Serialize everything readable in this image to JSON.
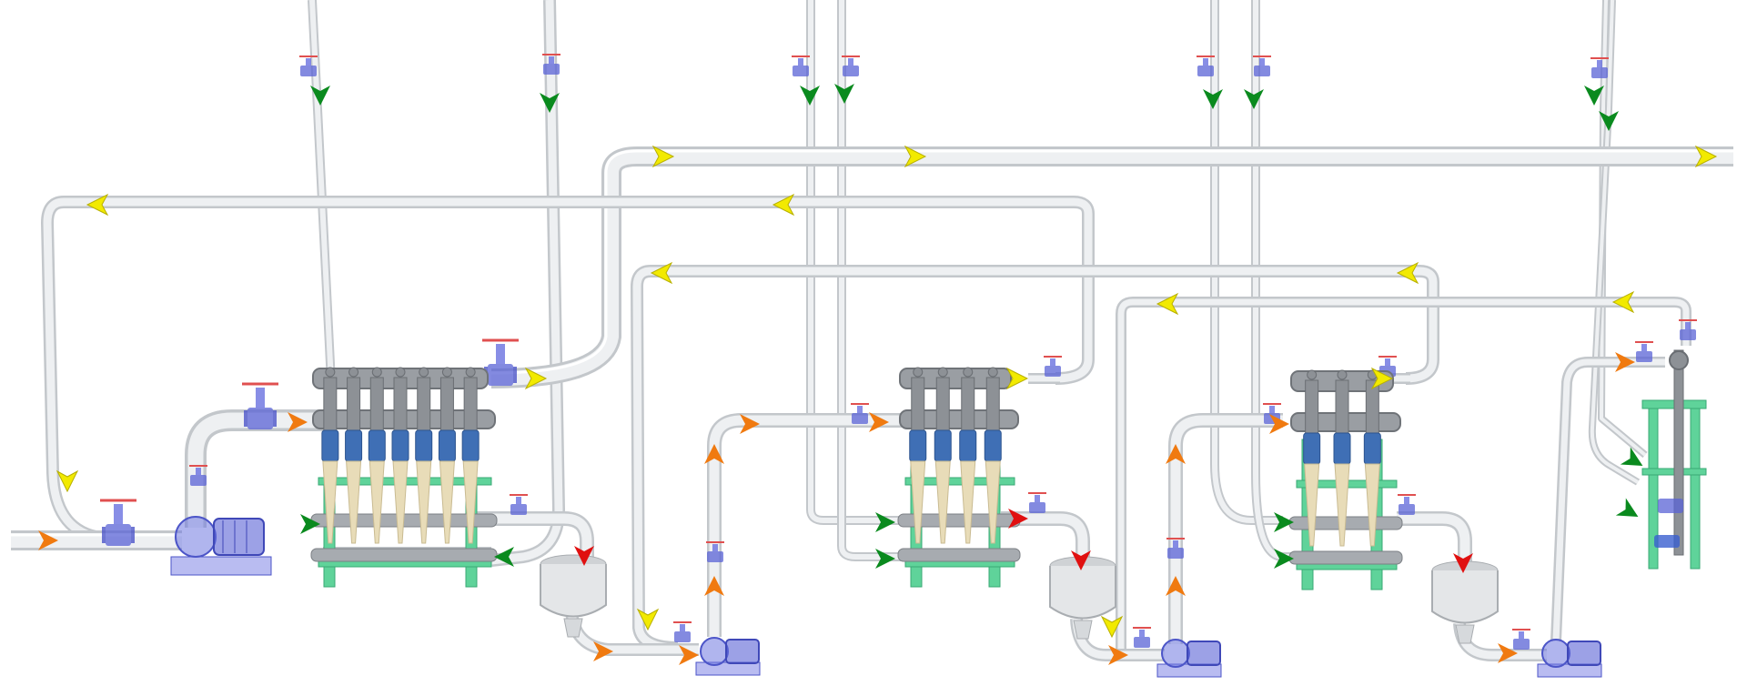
{
  "colors": {
    "background": "#ffffff",
    "pipe": "#d4d7da",
    "frame": "#5fd39a",
    "manifold": "#9a9ea3",
    "cyclone_cap": "#3f6fb5",
    "cyclone_cone": "#e8dcb8",
    "valve": "#5a63d6",
    "valve_handwheel": "#e05050",
    "pump": "#5a63d6",
    "tank": "#d9d9d9",
    "arrow_green": "#0a8a1e",
    "arrow_yellow": "#f2ea00",
    "arrow_orange": "#f07a10",
    "arrow_red": "#e01010"
  },
  "equipment": [
    {
      "name": "feed-pump-stage-1",
      "type": "centrifugal-pump"
    },
    {
      "name": "hydrocyclone-bank-stage-1",
      "type": "hydrocyclone-bank",
      "cyclones": 7
    },
    {
      "name": "sump-tank-1",
      "type": "tank"
    },
    {
      "name": "feed-pump-stage-2",
      "type": "centrifugal-pump"
    },
    {
      "name": "hydrocyclone-bank-stage-2",
      "type": "hydrocyclone-bank",
      "cyclones": 4
    },
    {
      "name": "sump-tank-2",
      "type": "tank"
    },
    {
      "name": "feed-pump-stage-3",
      "type": "centrifugal-pump"
    },
    {
      "name": "hydrocyclone-bank-stage-3",
      "type": "hydrocyclone-bank",
      "cyclones": 3
    },
    {
      "name": "sump-tank-3",
      "type": "tank"
    },
    {
      "name": "feed-pump-stage-4",
      "type": "centrifugal-pump"
    },
    {
      "name": "vertical-screen-unit",
      "type": "vertical-unit"
    }
  ],
  "flow_arrow_colors": [
    "green",
    "yellow",
    "orange",
    "red"
  ]
}
